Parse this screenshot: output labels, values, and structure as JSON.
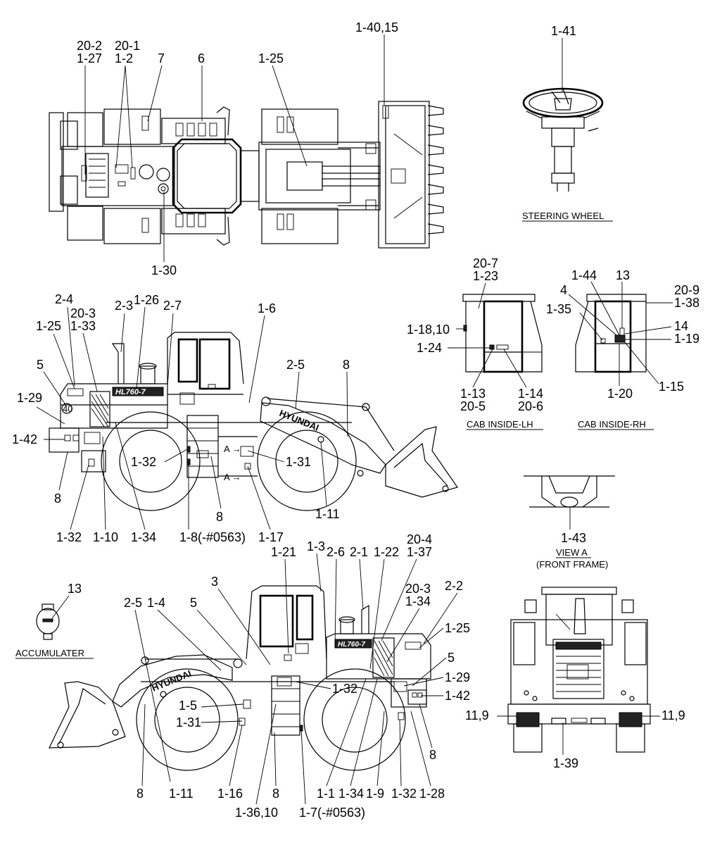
{
  "views": {
    "top": {
      "labels": [
        "20-2",
        "1-27",
        "20-1",
        "1-2",
        "7",
        "6",
        "1-25",
        "1-40,15",
        "1-30"
      ]
    },
    "steering": {
      "caption": "STEERING WHEEL",
      "labels": [
        "1-41"
      ]
    },
    "cab_lh": {
      "caption": "CAB INSIDE-LH",
      "labels": [
        "20-7",
        "1-23",
        "1-18,10",
        "1-24",
        "1-13",
        "20-5",
        "1-14",
        "20-6"
      ]
    },
    "cab_rh": {
      "caption": "CAB INSIDE-RH",
      "labels": [
        "1-44",
        "13",
        "20-9",
        "1-38",
        "4",
        "1-35",
        "14",
        "1-19",
        "1-20",
        "1-15"
      ]
    },
    "left_side": {
      "model_badge": "HL760-7",
      "brand": "HYUNDAI",
      "circle_badge": "40",
      "labels": [
        "2-4",
        "2-3",
        "1-26",
        "2-7",
        "1-6",
        "20-3",
        "1-33",
        "1-25",
        "5",
        "2-5",
        "8",
        "1-29",
        "1-42",
        "1-32",
        "1-31",
        "8",
        "1-11",
        "1-32",
        "1-10",
        "1-34",
        "1-8(-#0563)",
        "8",
        "1-17"
      ]
    },
    "view_a": {
      "caption": "VIEW A",
      "subcaption": "(FRONT FRAME)",
      "labels": [
        "1-43"
      ]
    },
    "accumulator": {
      "caption": "ACCUMULATER",
      "labels": [
        "13"
      ]
    },
    "right_side": {
      "model_badge": "HL760-7",
      "brand": "HYUNDAI",
      "labels": [
        "1-21",
        "1-3",
        "2-6",
        "2-1",
        "1-22",
        "20-4",
        "1-37",
        "3",
        "20-3",
        "1-34",
        "2-2",
        "2-5",
        "1-4",
        "5",
        "1-25",
        "5",
        "1-29",
        "1-42",
        "1-32",
        "1-5",
        "1-31",
        "8",
        "1-11",
        "1-16",
        "8",
        "1-36,10",
        "1-7(-#0563)",
        "1-1",
        "1-34",
        "1-9",
        "1-32",
        "1-28",
        "8"
      ]
    },
    "rear": {
      "labels": [
        "11,9",
        "11,9",
        "1-39"
      ]
    }
  }
}
